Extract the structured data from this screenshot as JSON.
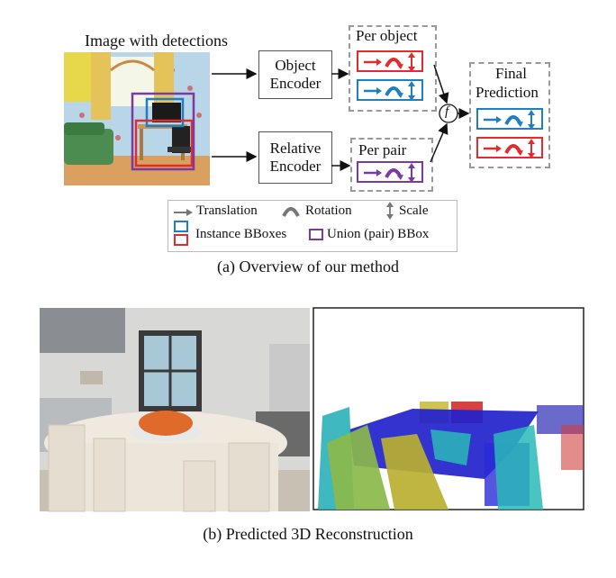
{
  "panel_a": {
    "image_title": "Image with detections",
    "object_encoder": [
      "Object",
      "Encoder"
    ],
    "relative_encoder": [
      "Relative",
      "Encoder"
    ],
    "per_object": "Per object",
    "per_pair": "Per pair",
    "function_symbol": "f",
    "final_prediction": [
      "Final",
      "Prediction"
    ],
    "legend": {
      "translation": "Translation",
      "rotation": "Rotation",
      "scale": "Scale",
      "instance_bboxes": "Instance BBoxes",
      "union_bbox": "Union (pair) BBox"
    },
    "caption": "(a) Overview of our method",
    "colors": {
      "instance_red": "#e02c2c",
      "instance_blue": "#1f7fc0",
      "union_purple": "#7a3aa0",
      "legend_gray": "#777777"
    }
  },
  "panel_b": {
    "caption": "(b) Predicted 3D Reconstruction"
  }
}
